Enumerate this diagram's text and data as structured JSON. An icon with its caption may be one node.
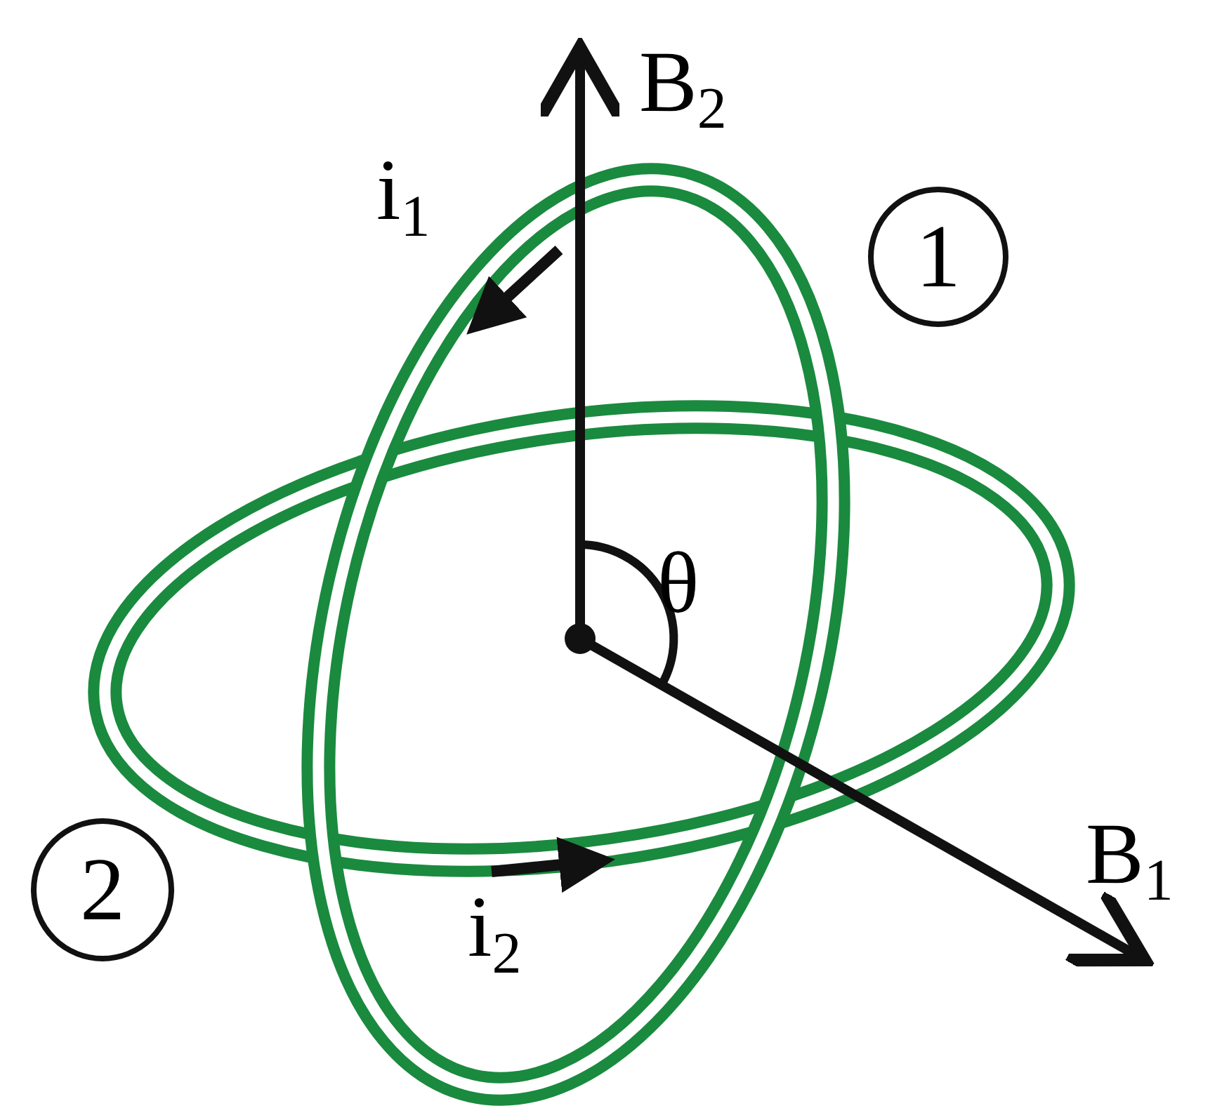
{
  "diagram": {
    "nodes": [
      {
        "text": [
          "1"
        ]
      },
      {
        "text": [
          "2"
        ]
      }
    ],
    "labels": [
      "B$_{2}$",
      "i$_{1}$",
      "θ",
      "B$_{1}$",
      "i$_{2}$"
    ]
  }
}
